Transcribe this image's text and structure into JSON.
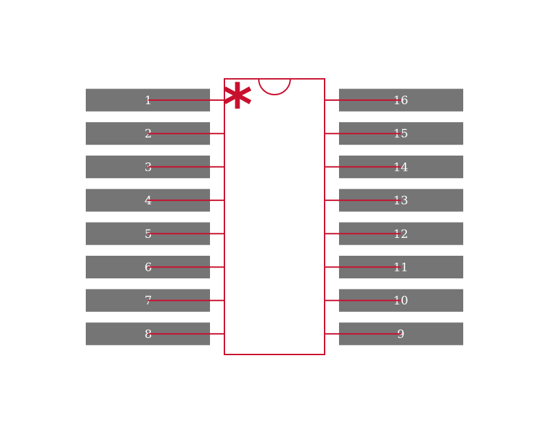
{
  "colors": {
    "pad": "#757575",
    "outline": "#c8102e",
    "pad_text": "#ffffff",
    "background": "#ffffff"
  },
  "pin1_marker": "*",
  "left_pins": [
    "1",
    "2",
    "3",
    "4",
    "5",
    "6",
    "7",
    "8"
  ],
  "right_pins": [
    "16",
    "15",
    "14",
    "13",
    "12",
    "11",
    "10",
    "9"
  ]
}
